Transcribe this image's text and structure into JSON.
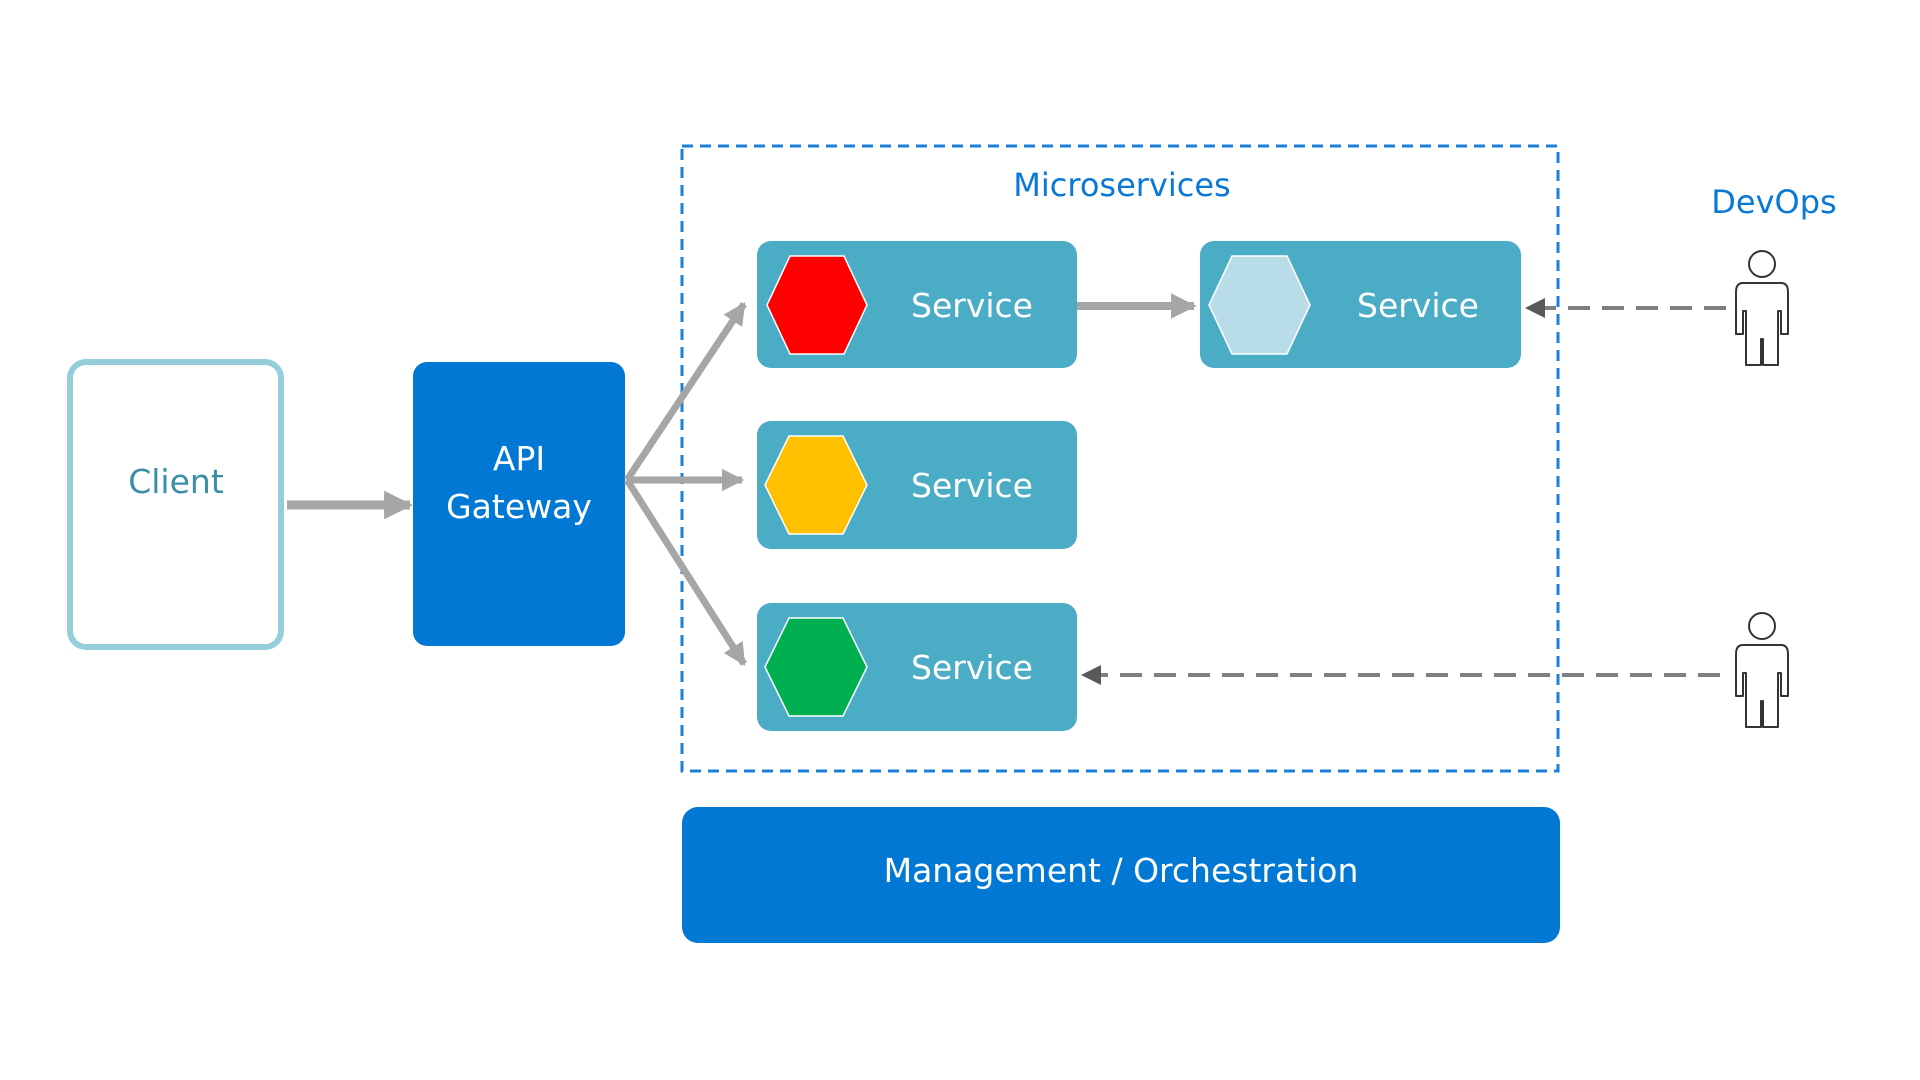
{
  "colors": {
    "client_border": "#96cddb",
    "client_text": "#3b8ea8",
    "primary_blue": "#0078d4",
    "service_fill": "#4bacc6",
    "dashed_border": "#1a7fd8",
    "arrow_gray": "#a6a6a6",
    "dashed_arrow_gray": "#808080",
    "person_stroke": "#333333"
  },
  "client": {
    "label": "Client"
  },
  "api_gateway": {
    "line1": "API",
    "line2": "Gateway"
  },
  "microservices": {
    "title": "Microservices",
    "services": [
      {
        "label": "Service",
        "hex_color": "#ff0000",
        "status": "red"
      },
      {
        "label": "Service",
        "hex_color": "#b8dde8",
        "status": "light-blue"
      },
      {
        "label": "Service",
        "hex_color": "#ffc000",
        "status": "yellow"
      },
      {
        "label": "Service",
        "hex_color": "#00b050",
        "status": "green"
      }
    ]
  },
  "devops": {
    "label": "DevOps",
    "people": [
      "person",
      "person"
    ]
  },
  "management": {
    "label": "Management / Orchestration"
  },
  "connections": [
    {
      "from": "Client",
      "to": "API Gateway",
      "style": "solid"
    },
    {
      "from": "API Gateway",
      "to": "Service (red)",
      "style": "solid"
    },
    {
      "from": "API Gateway",
      "to": "Service (yellow)",
      "style": "solid"
    },
    {
      "from": "API Gateway",
      "to": "Service (green)",
      "style": "solid"
    },
    {
      "from": "Service (red)",
      "to": "Service (light-blue)",
      "style": "solid"
    },
    {
      "from": "DevOps person 1",
      "to": "Service (light-blue)",
      "style": "dashed"
    },
    {
      "from": "DevOps person 2",
      "to": "Service (green)",
      "style": "dashed"
    }
  ]
}
